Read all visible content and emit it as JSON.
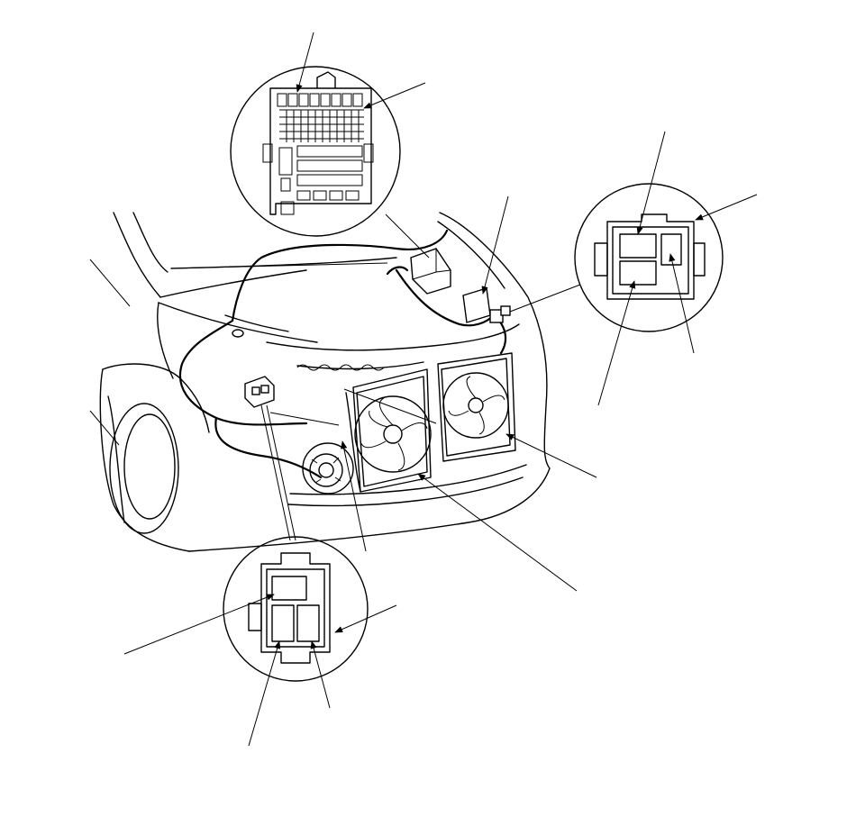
{
  "diagram": {
    "kind": "component-location-line-drawing",
    "line_color": "#000000",
    "background": "#ffffff",
    "callouts": [
      {
        "id": "fuse-box-upper",
        "label": ""
      },
      {
        "id": "fuse-box-right",
        "label": ""
      },
      {
        "id": "right-connector-top",
        "label": ""
      },
      {
        "id": "right-connector-corner",
        "label": ""
      },
      {
        "id": "right-connector-terminal-a",
        "label": ""
      },
      {
        "id": "right-connector-terminal-b",
        "label": ""
      },
      {
        "id": "left-connector-terminal-top",
        "label": ""
      },
      {
        "id": "left-connector-side",
        "label": ""
      },
      {
        "id": "left-connector-terminal-left",
        "label": ""
      },
      {
        "id": "left-connector-terminal-right",
        "label": ""
      },
      {
        "id": "radiator-fan-right",
        "label": ""
      },
      {
        "id": "radiator-lower",
        "label": ""
      },
      {
        "id": "compressor-lower",
        "label": ""
      },
      {
        "id": "relay-bracket",
        "label": ""
      },
      {
        "id": "body-left-upper",
        "label": ""
      },
      {
        "id": "body-left-lower",
        "label": ""
      }
    ]
  }
}
